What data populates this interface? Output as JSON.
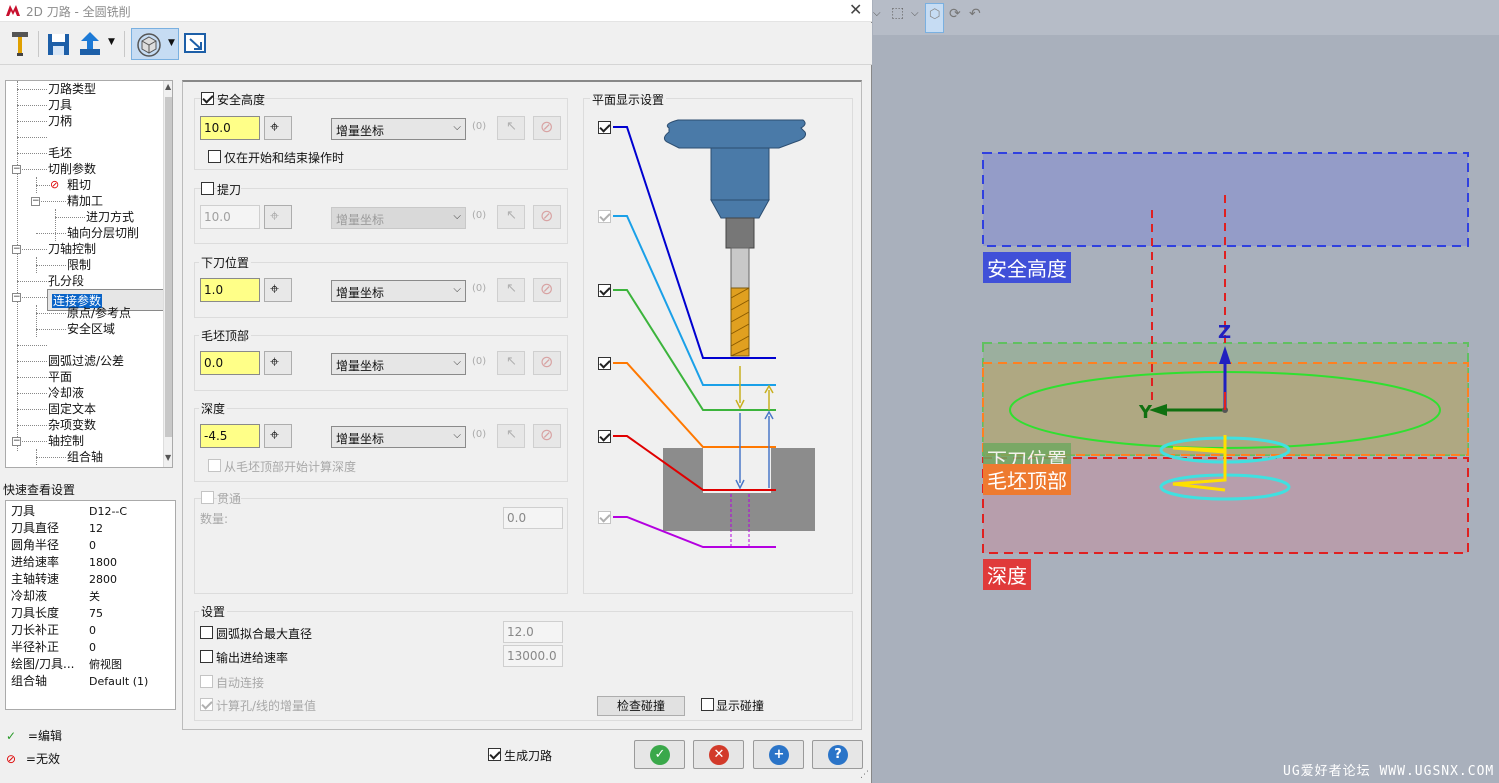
{
  "window": {
    "title": "2D 刀路 - 全圆铣削"
  },
  "tree": {
    "items": [
      {
        "label": "刀路类型"
      },
      {
        "label": "刀具"
      },
      {
        "label": "刀柄"
      },
      {
        "label": ""
      },
      {
        "label": "毛坯"
      },
      {
        "label": "切削参数"
      },
      {
        "label": "粗切"
      },
      {
        "label": "精加工"
      },
      {
        "label": "进刀方式"
      },
      {
        "label": "轴向分层切削"
      },
      {
        "label": "刀轴控制"
      },
      {
        "label": "限制"
      },
      {
        "label": "孔分段"
      },
      {
        "label": "连接参数"
      },
      {
        "label": "原点/参考点"
      },
      {
        "label": "安全区域"
      },
      {
        "label": ""
      },
      {
        "label": "圆弧过滤/公差"
      },
      {
        "label": "平面"
      },
      {
        "label": "冷却液"
      },
      {
        "label": "固定文本"
      },
      {
        "label": "杂项变数"
      },
      {
        "label": "轴控制"
      },
      {
        "label": "组合轴"
      }
    ]
  },
  "quick_view": {
    "title": "快速查看设置",
    "rows": [
      {
        "k": "刀具",
        "v": "D12--C"
      },
      {
        "k": "刀具直径",
        "v": "12"
      },
      {
        "k": "圆角半径",
        "v": "0"
      },
      {
        "k": "进给速率",
        "v": "1800"
      },
      {
        "k": "主轴转速",
        "v": "2800"
      },
      {
        "k": "冷却液",
        "v": "关"
      },
      {
        "k": "刀具长度",
        "v": "75"
      },
      {
        "k": "刀长补正",
        "v": "0"
      },
      {
        "k": "半径补正",
        "v": "0"
      },
      {
        "k": "绘图/刀具...",
        "v": "俯视图"
      },
      {
        "k": "组合轴",
        "v": "Default (1)"
      }
    ]
  },
  "legend": {
    "edited": "=编辑",
    "invalid": "=无效"
  },
  "groups": {
    "clearance": {
      "label": "安全高度",
      "value": "10.0",
      "mode": "增量坐标",
      "paren": "(0)",
      "only_start_end": "仅在开始和结束操作时"
    },
    "retract": {
      "label": "提刀",
      "value": "10.0",
      "mode": "增量坐标",
      "paren": "(0)"
    },
    "feed_plane": {
      "label": "下刀位置",
      "value": "1.0",
      "mode": "增量坐标",
      "paren": "(0)"
    },
    "top_of_stock": {
      "label": "毛坯顶部",
      "value": "0.0",
      "mode": "增量坐标",
      "paren": "(0)"
    },
    "depth": {
      "label": "深度",
      "value": "-4.5",
      "mode": "增量坐标",
      "paren": "(0)",
      "from_stock_top": "从毛坯顶部开始计算深度"
    },
    "through": {
      "label": "贯通",
      "count_label": "数量:",
      "count_value": "0.0"
    },
    "plane_display": {
      "label": "平面显示设置"
    },
    "settings": {
      "label": "设置",
      "arc_max_dia": "圆弧拟合最大直径",
      "arc_max_dia_value": "12.0",
      "output_feed": "输出进给速率",
      "output_feed_value": "13000.0",
      "auto_link": "自动连接",
      "calc_incremental": "计算孔/线的增量值",
      "check_collision": "检查碰撞",
      "show_collision": "显示碰撞"
    }
  },
  "footer": {
    "generate_toolpath": "生成刀路"
  },
  "viewport": {
    "labels": {
      "clearance": "安全高度",
      "feed": "下刀位置",
      "stock_top": "毛坯顶部",
      "depth": "深度"
    },
    "axes": {
      "z": "Z",
      "y": "Y"
    },
    "watermark": "UG爱好者论坛 WWW.UGSNX.COM"
  },
  "colors": {
    "clearance": "#0000d0",
    "retract": "#1aa0e8",
    "feed": "#3cb43c",
    "stock_top": "#ff7800",
    "depth": "#e00000",
    "through": "#b400e0",
    "accent": "#0a64c8"
  }
}
